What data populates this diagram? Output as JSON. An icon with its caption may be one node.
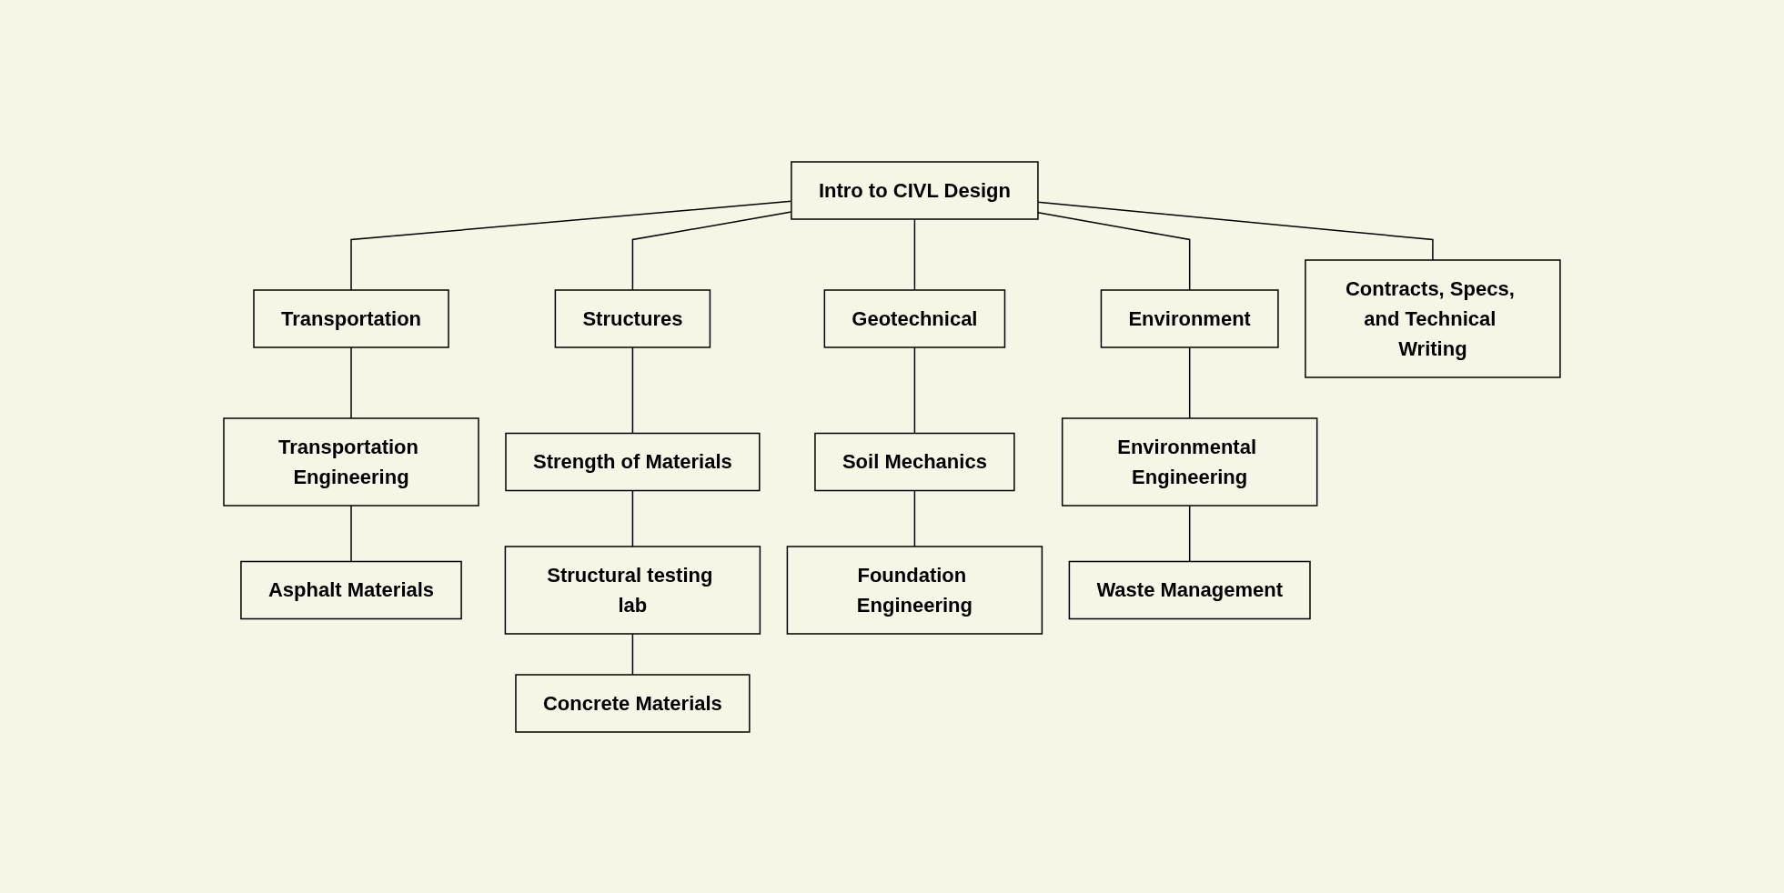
{
  "diagram": {
    "nodes": [
      {
        "text": [
          "Intro to CIVL Design"
        ]
      },
      {
        "text": [
          "Transportation"
        ]
      },
      {
        "text": [
          "Structures"
        ]
      },
      {
        "text": [
          "Geotechnical"
        ]
      },
      {
        "text": [
          "Environment"
        ]
      },
      {
        "text": [
          "Contracts, Specs, and Technical Writing"
        ]
      },
      {
        "text": [
          "Transportation Engineering"
        ]
      },
      {
        "text": [
          "Strength of Materials"
        ]
      },
      {
        "text": [
          "Soil Mechanics"
        ]
      },
      {
        "text": [
          "Environmental Engineering"
        ]
      },
      {
        "text": [
          "Asphalt Materials"
        ]
      },
      {
        "text": [
          "Structural testing lab"
        ]
      },
      {
        "text": [
          "Foundation Engineering"
        ]
      },
      {
        "text": [
          "Waste Management"
        ]
      },
      {
        "text": [
          "Concrete Materials"
        ]
      }
    ],
    "edges": [
      {
        "from": 0,
        "to": 1,
        "arrow": "none"
      },
      {
        "from": 0,
        "to": 2,
        "arrow": "none"
      },
      {
        "from": 0,
        "to": 3,
        "arrow": "none"
      },
      {
        "from": 0,
        "to": 4,
        "arrow": "none"
      },
      {
        "from": 0,
        "to": 5,
        "arrow": "none"
      },
      {
        "from": 1,
        "to": 6,
        "arrow": "none"
      },
      {
        "from": 2,
        "to": 7,
        "arrow": "none"
      },
      {
        "from": 3,
        "to": 8,
        "arrow": "none"
      },
      {
        "from": 4,
        "to": 9,
        "arrow": "none"
      },
      {
        "from": 6,
        "to": 10,
        "arrow": "none"
      },
      {
        "from": 7,
        "to": 11,
        "arrow": "none"
      },
      {
        "from": 8,
        "to": 12,
        "arrow": "none"
      },
      {
        "from": 9,
        "to": 13,
        "arrow": "none"
      },
      {
        "from": 11,
        "to": 14,
        "arrow": "none"
      }
    ]
  }
}
